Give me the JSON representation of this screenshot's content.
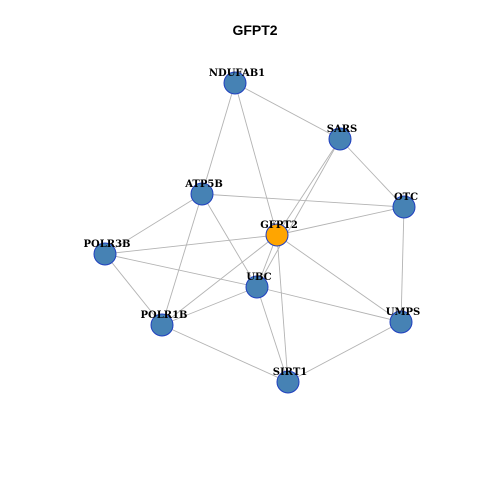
{
  "title": "GFPT2",
  "colors": {
    "node_fill": "#4682b4",
    "node_stroke": "#1f3fbf",
    "hub_fill": "#ffa500",
    "hub_stroke": "#1f3fbf",
    "edge": "#b3b3b3"
  },
  "nodes": [
    {
      "id": "NDUFAB1",
      "label": "NDUFAB1",
      "hub": false
    },
    {
      "id": "SARS",
      "label": "SARS",
      "hub": false
    },
    {
      "id": "ATP5B",
      "label": "ATP5B",
      "hub": false
    },
    {
      "id": "OTC",
      "label": "OTC",
      "hub": false
    },
    {
      "id": "GFPT2",
      "label": "GFPT2",
      "hub": true
    },
    {
      "id": "POLR3B",
      "label": "POLR3B",
      "hub": false
    },
    {
      "id": "UBC",
      "label": "UBC",
      "hub": false
    },
    {
      "id": "POLR1B",
      "label": "POLR1B",
      "hub": false
    },
    {
      "id": "UMPS",
      "label": "UMPS",
      "hub": false
    },
    {
      "id": "SIRT1",
      "label": "SIRT1",
      "hub": false
    }
  ],
  "edges": [
    [
      "NDUFAB1",
      "SARS"
    ],
    [
      "NDUFAB1",
      "ATP5B"
    ],
    [
      "NDUFAB1",
      "GFPT2"
    ],
    [
      "SARS",
      "OTC"
    ],
    [
      "SARS",
      "GFPT2"
    ],
    [
      "SARS",
      "UBC"
    ],
    [
      "ATP5B",
      "OTC"
    ],
    [
      "ATP5B",
      "POLR3B"
    ],
    [
      "ATP5B",
      "UBC"
    ],
    [
      "ATP5B",
      "POLR1B"
    ],
    [
      "GFPT2",
      "OTC"
    ],
    [
      "GFPT2",
      "POLR3B"
    ],
    [
      "GFPT2",
      "UBC"
    ],
    [
      "GFPT2",
      "POLR1B"
    ],
    [
      "GFPT2",
      "UMPS"
    ],
    [
      "GFPT2",
      "SIRT1"
    ],
    [
      "OTC",
      "UMPS"
    ],
    [
      "POLR3B",
      "UBC"
    ],
    [
      "POLR3B",
      "POLR1B"
    ],
    [
      "UBC",
      "POLR1B"
    ],
    [
      "UBC",
      "UMPS"
    ],
    [
      "UBC",
      "SIRT1"
    ],
    [
      "POLR1B",
      "SIRT1"
    ],
    [
      "UMPS",
      "SIRT1"
    ]
  ]
}
